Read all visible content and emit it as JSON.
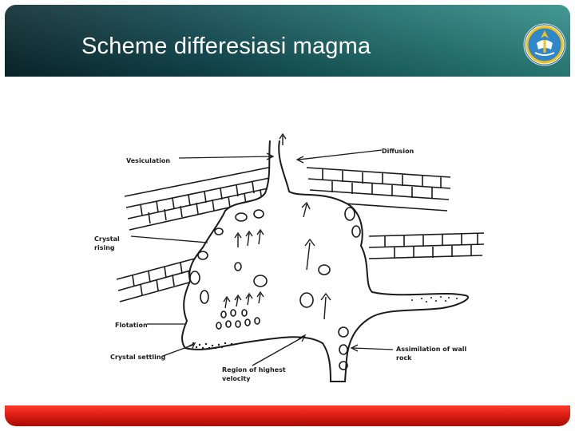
{
  "slide": {
    "title": "Scheme differesiasi magma"
  },
  "diagram": {
    "labels": {
      "vesiculation": "Vesiculation",
      "diffusion": "Diffusion",
      "crystal_rising_line1": "Crystal",
      "crystal_rising_line2": "rising",
      "flotation": "Flotation",
      "crystal_settling": "Crystal settling",
      "region_line1": "Region of highest",
      "region_line2": "velocity",
      "assimilation_line1": "Assimilation of wall",
      "assimilation_line2": "rock"
    }
  },
  "colors": {
    "header_dark": "#0a2a2f",
    "header_light": "#2f8d88",
    "footer_red": "#d41810",
    "ink": "#1a1a1a"
  },
  "icons": {
    "logo": "tut-wuri-handayani-emblem"
  }
}
